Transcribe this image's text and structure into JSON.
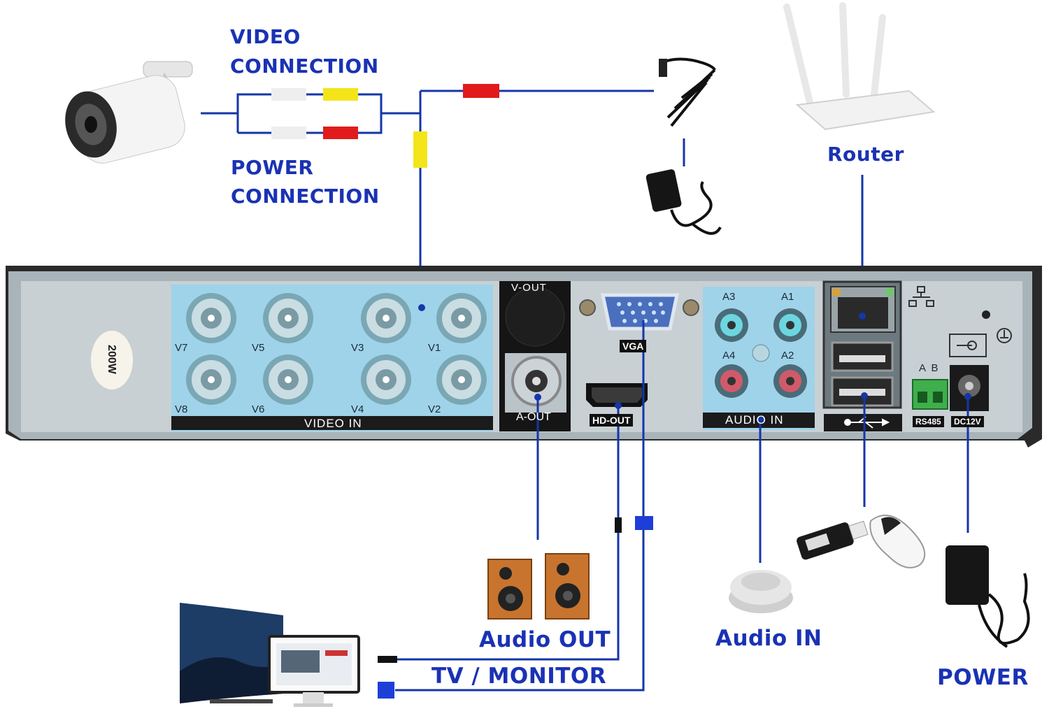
{
  "labels": {
    "video_connection_1": "VIDEO",
    "video_connection_2": "CONNECTION",
    "power_connection_1": "POWER",
    "power_connection_2": "CONNECTION",
    "router": "Router",
    "audio_out": "Audio OUT",
    "audio_in": "Audio IN",
    "tv_monitor": "TV / MONITOR",
    "power": "POWER"
  },
  "dvr": {
    "sticker": "200W",
    "video_in": "VIDEO IN",
    "channels": [
      "V7",
      "V5",
      "V3",
      "V1",
      "V8",
      "V6",
      "V4",
      "V2"
    ],
    "v_out": "V-OUT",
    "a_out": "A-OUT",
    "vga": "VGA",
    "hd_out": "HD-OUT",
    "audio_in": "AUDIO IN",
    "audio_channels": [
      "A3",
      "A1",
      "A4",
      "A2"
    ],
    "rs485_ab": "A  B",
    "rs485": "RS485",
    "dc12v": "DC12V"
  },
  "colors": {
    "label_blue": "#1a32b4",
    "wire_blue": "#1436a8",
    "panel_blue": "#9fd3ea",
    "connector_red": "#e11b1b",
    "connector_yellow": "#f3e51a"
  }
}
